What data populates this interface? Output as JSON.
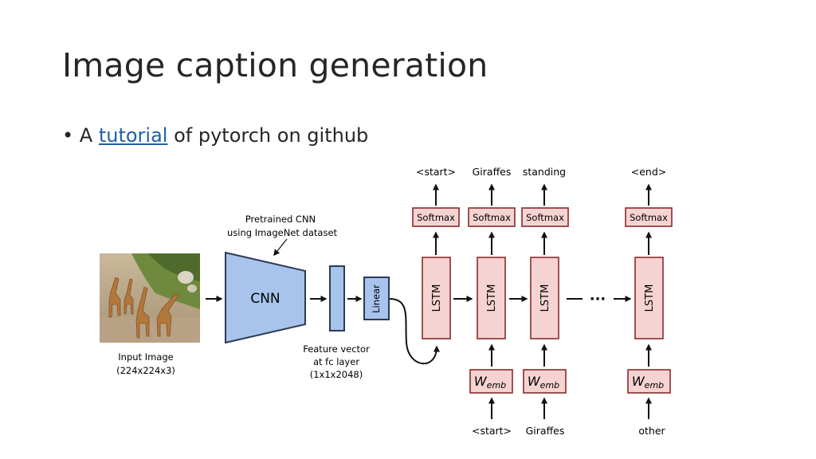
{
  "slide": {
    "title": "Image caption generation",
    "bullet": {
      "prefix": "A ",
      "link_text": "tutorial",
      "suffix": " of pytorch on github"
    }
  },
  "diagram": {
    "pretrained_label_line1": "Pretrained CNN",
    "pretrained_label_line2": "using ImageNet dataset",
    "input_label_line1": "Input Image",
    "input_label_line2": "(224x224x3)",
    "cnn_label": "CNN",
    "feature_label_line1": "Feature vector",
    "feature_label_line2": "at fc layer",
    "feature_label_line3": "(1x1x2048)",
    "linear_label": "Linear",
    "lstm_label": "LSTM",
    "softmax_label": "Softmax",
    "emb_label": "W",
    "emb_subscript": "emb",
    "ellipsis": "···",
    "outputs": [
      "<start>",
      "Giraffes",
      "standing",
      "<end>"
    ],
    "inputs": [
      "<start>",
      "Giraffes",
      "other"
    ]
  },
  "colors": {
    "cnn_fill": "#a8c4ec",
    "cnn_stroke": "#2b3a55",
    "lstm_fill": "#f6d3d3",
    "lstm_stroke": "#8a2a2a",
    "link": "#1f5fa8"
  }
}
